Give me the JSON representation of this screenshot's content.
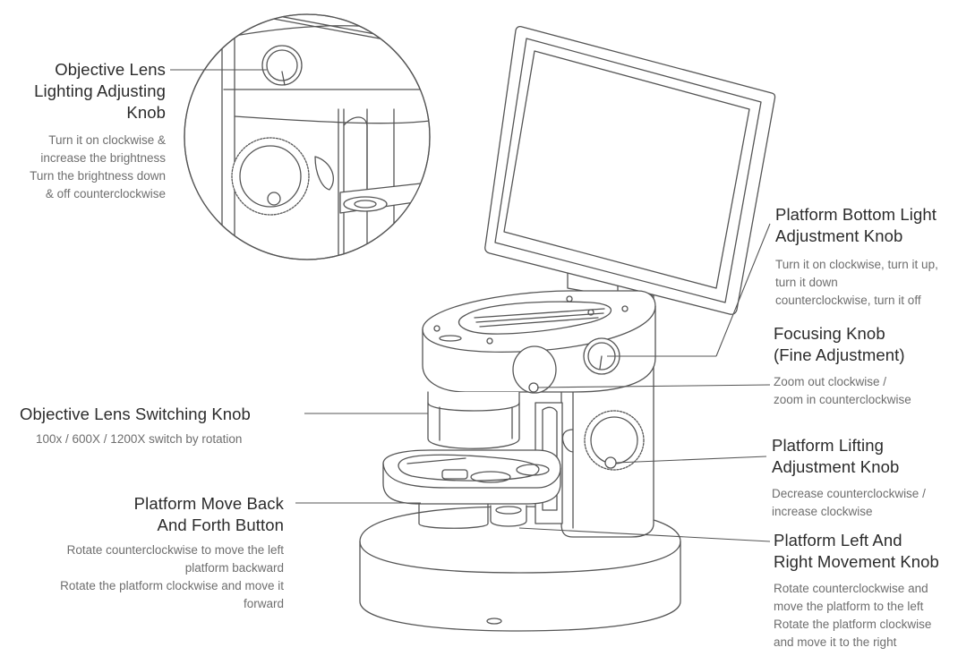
{
  "callouts": {
    "objective_lens_lighting": {
      "title_lines": [
        "Objective Lens",
        "Lighting Adjusting",
        "Knob"
      ],
      "desc_lines": [
        "Turn it on clockwise &",
        "increase the brightness",
        "Turn the brightness down",
        "& off counterclockwise"
      ]
    },
    "platform_bottom_light": {
      "title_lines": [
        "Platform Bottom Light",
        "Adjustment Knob"
      ],
      "desc_lines": [
        "Turn it on clockwise, turn it up,",
        "turn it down",
        "counterclockwise, turn it off"
      ]
    },
    "focusing_knob": {
      "title_lines": [
        "Focusing Knob",
        "(Fine Adjustment)"
      ],
      "desc_lines": [
        "Zoom out clockwise /",
        "zoom in counterclockwise"
      ]
    },
    "objective_lens_switching": {
      "title_lines": [
        "Objective Lens Switching Knob"
      ],
      "desc_lines": [
        "100x / 600X / 1200X switch by rotation"
      ]
    },
    "platform_lifting": {
      "title_lines": [
        "Platform Lifting",
        "Adjustment Knob"
      ],
      "desc_lines": [
        "Decrease counterclockwise /",
        "increase clockwise"
      ]
    },
    "platform_move_back_forth": {
      "title_lines": [
        "Platform Move Back",
        "And Forth Button"
      ],
      "desc_lines": [
        "Rotate counterclockwise to move the left",
        "platform backward"
      ],
      "desc2_lines": [
        "Rotate the platform clockwise and move it",
        "forward"
      ]
    },
    "platform_left_right": {
      "title_lines": [
        "Platform Left And",
        "Right Movement Knob"
      ],
      "desc_lines": [
        "Rotate counterclockwise and",
        "move the platform to the left",
        "Rotate the platform clockwise",
        "and move it to the right"
      ]
    }
  },
  "colors": {
    "line": "#555555",
    "title": "#2b2b2b",
    "desc": "#6e6e6e",
    "fill": "#ffffff"
  }
}
